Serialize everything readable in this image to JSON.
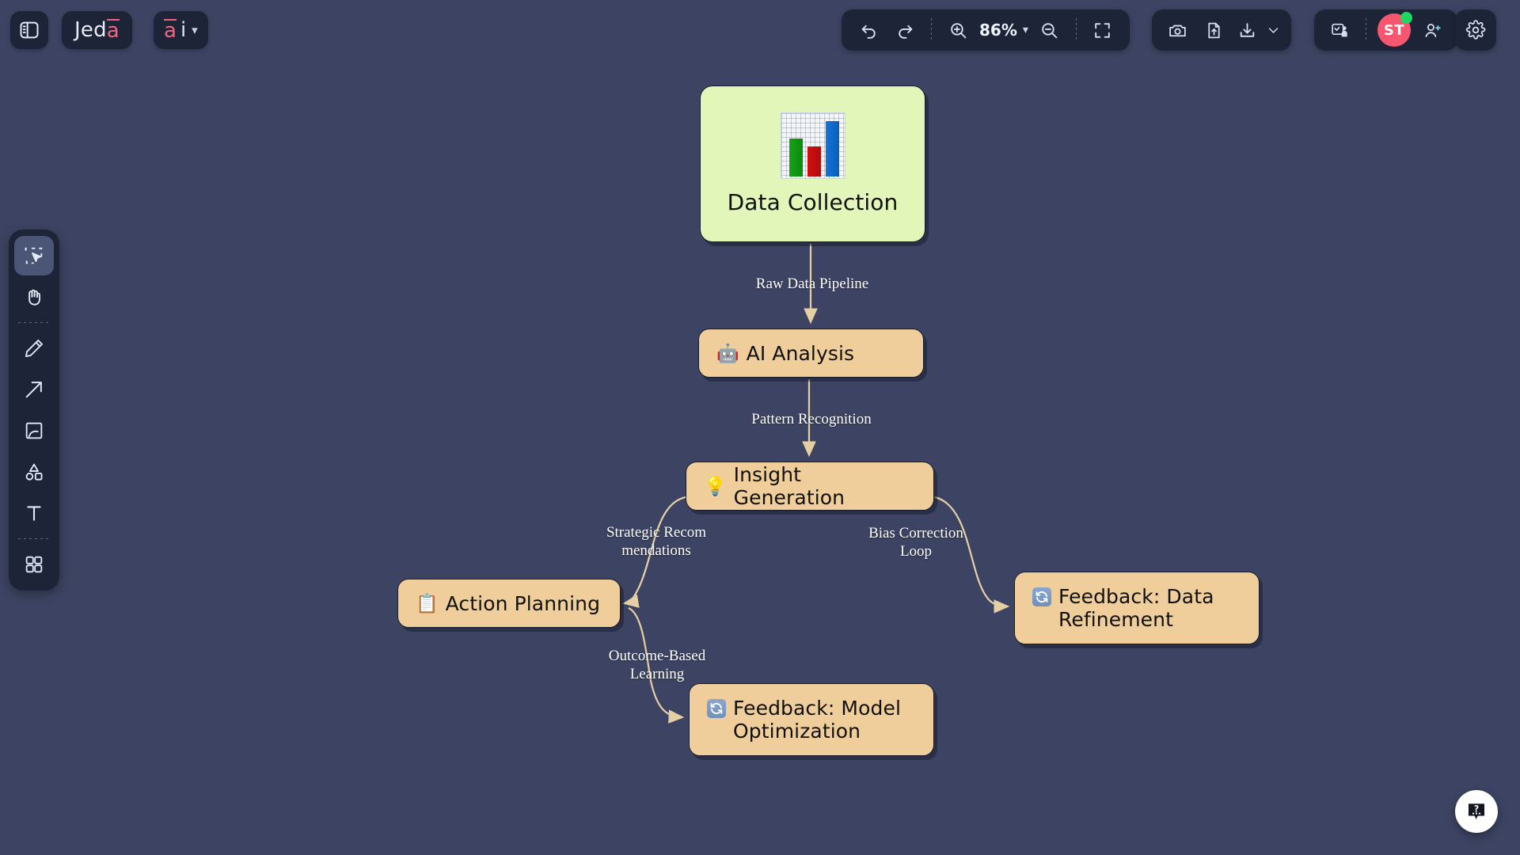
{
  "app": {
    "brand_primary": "Jed",
    "brand_primary_accent": "a",
    "brand_secondary_a": "a",
    "brand_secondary_i": "i",
    "accent_color": "#f2657f",
    "canvas_bg": "#3d4463",
    "toolbar_bg": "#1d2438"
  },
  "topbar": {
    "panel_toggle": "panel-toggle",
    "undo_label": "Undo",
    "redo_label": "Redo",
    "zoom_in_label": "Zoom In",
    "zoom_level": "86%",
    "zoom_out_label": "Zoom Out",
    "fit_label": "Fit to screen",
    "screenshot_label": "Screenshot",
    "upload_label": "Upload",
    "download_label": "Download",
    "present_label": "Present",
    "avatar_initials": "ST",
    "avatar_status": "online",
    "invite_label": "Invite",
    "settings_label": "Settings"
  },
  "tools": [
    {
      "name": "select",
      "label": "Select",
      "active": true
    },
    {
      "name": "hand",
      "label": "Pan",
      "active": false
    },
    {
      "name": "pen",
      "label": "Draw",
      "active": false
    },
    {
      "name": "arrow",
      "label": "Arrow",
      "active": false
    },
    {
      "name": "note",
      "label": "Sticky Note",
      "active": false
    },
    {
      "name": "shapes",
      "label": "Shapes",
      "active": false
    },
    {
      "name": "text",
      "label": "Text",
      "active": false
    },
    {
      "name": "apps",
      "label": "Apps",
      "active": false
    }
  ],
  "help": {
    "label": "Help"
  },
  "chart_data": {
    "type": "diagram",
    "title": "Data Collection to AI Insight Feedback Loop",
    "nodes": [
      {
        "id": "data-collection",
        "label": "Data Collection",
        "emoji": "bar-chart",
        "fill": "#e3f6b9"
      },
      {
        "id": "ai-analysis",
        "label": "AI Analysis",
        "emoji": "robot",
        "fill": "#f0ce9b"
      },
      {
        "id": "insight",
        "label": "Insight Generation",
        "emoji": "bulb",
        "fill": "#f0ce9b"
      },
      {
        "id": "action-planning",
        "label": "Action Planning",
        "emoji": "clipboard",
        "fill": "#f0ce9b"
      },
      {
        "id": "feedback-data",
        "label": "Feedback: Data Refinement",
        "emoji": "refresh",
        "fill": "#f0ce9b"
      },
      {
        "id": "feedback-model",
        "label": "Feedback: Model Optimization",
        "emoji": "refresh",
        "fill": "#f0ce9b"
      }
    ],
    "edges": [
      {
        "from": "data-collection",
        "to": "ai-analysis",
        "label": "Raw Data Pipeline"
      },
      {
        "from": "ai-analysis",
        "to": "insight",
        "label": "Pattern Recognition"
      },
      {
        "from": "insight",
        "to": "action-planning",
        "label": "Strategic Recom\nmendations"
      },
      {
        "from": "insight",
        "to": "feedback-data",
        "label": "Bias Correction\nLoop"
      },
      {
        "from": "action-planning",
        "to": "feedback-model",
        "label": "Outcome-Based\nLearning"
      }
    ]
  }
}
